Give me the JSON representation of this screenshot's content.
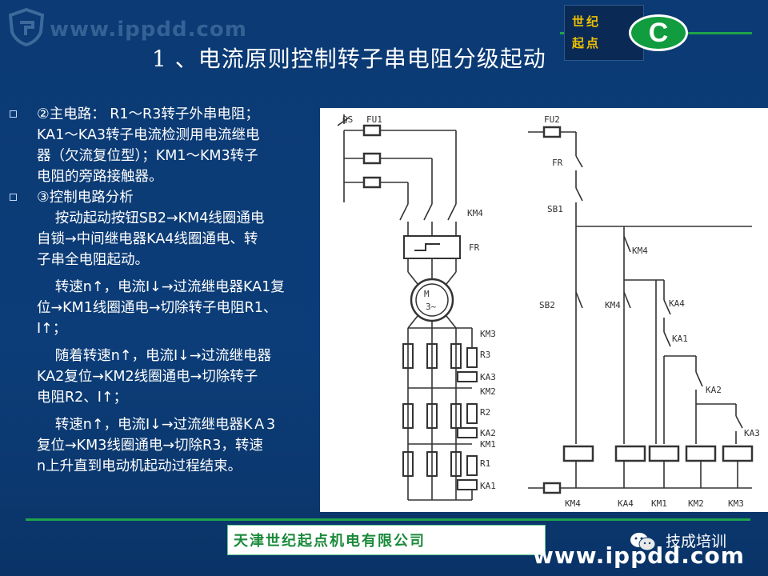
{
  "header": {
    "watermark": "www.ippdd.com",
    "title": "1 、电流原则控制转子串电阻分级起动",
    "brand_line1": "世纪",
    "brand_line2": "起点",
    "brand_badge": "C"
  },
  "content": {
    "bullet1_lines": [
      "②主电路： R1～R3转子外串电阻；",
      "KA1～KA3转子电流检测用电流继电",
      "器（欠流复位型）；KM1～KM3转子",
      "电阻的旁路接触器。"
    ],
    "bullet2_label": "③控制电路分析",
    "para1_lines": [
      "按动起动按钮SB2→KM4线圈通电",
      "自锁→中间继电器KA4线圈通电、转",
      "子串全电阻起动。"
    ],
    "para2_lines": [
      "转速n↑，电流I↓→过流继电器KA1复",
      "位→KM1线圈通电→切除转子电阻R1、",
      "I↑；"
    ],
    "para3_lines": [
      "随着转速n↑，电流I↓→过流继电器",
      "KA2复位→KM2线圈通电→切除转子",
      "电阻R2、I↑；"
    ],
    "para4_lines": [
      "转速n↑，电流I↓→过流继电器KＡ3",
      "复位→KM3线圈通电→切除R3，转速",
      "n上升直到电动机起动过程结束。"
    ]
  },
  "diagram": {
    "labels": {
      "qs": "QS",
      "fu1": "FU1",
      "fu2": "FU2",
      "fr": "FR",
      "fr2": "FR",
      "km4": "KM4",
      "km4b": "KM4",
      "km4c": "KM4",
      "sb1": "SB1",
      "sb2": "SB2",
      "ka4": "KA4",
      "ka1": "KA1",
      "ka2": "KA2",
      "ka3": "KA3",
      "km3": "KM3",
      "r3": "R3",
      "ka3r": "KA3",
      "km2": "KM2",
      "r2": "R2",
      "ka2r": "KA2",
      "km1": "KM1",
      "r1": "R1",
      "ka1r": "KA1",
      "motor_m": "M",
      "motor_3": "3~",
      "coil_km4": "KM4",
      "coil_ka4": "KA4",
      "coil_km1": "KM1",
      "coil_km2": "KM2",
      "coil_km3": "KM3"
    }
  },
  "footer": {
    "company": "天津世纪起点机电有限公司",
    "wechat_text": "技成培训",
    "url": "www.ippdd.com"
  },
  "colors": {
    "background": "#0c3a73",
    "accent_green": "#1fa34a",
    "brand_yellow": "#f0c000"
  }
}
